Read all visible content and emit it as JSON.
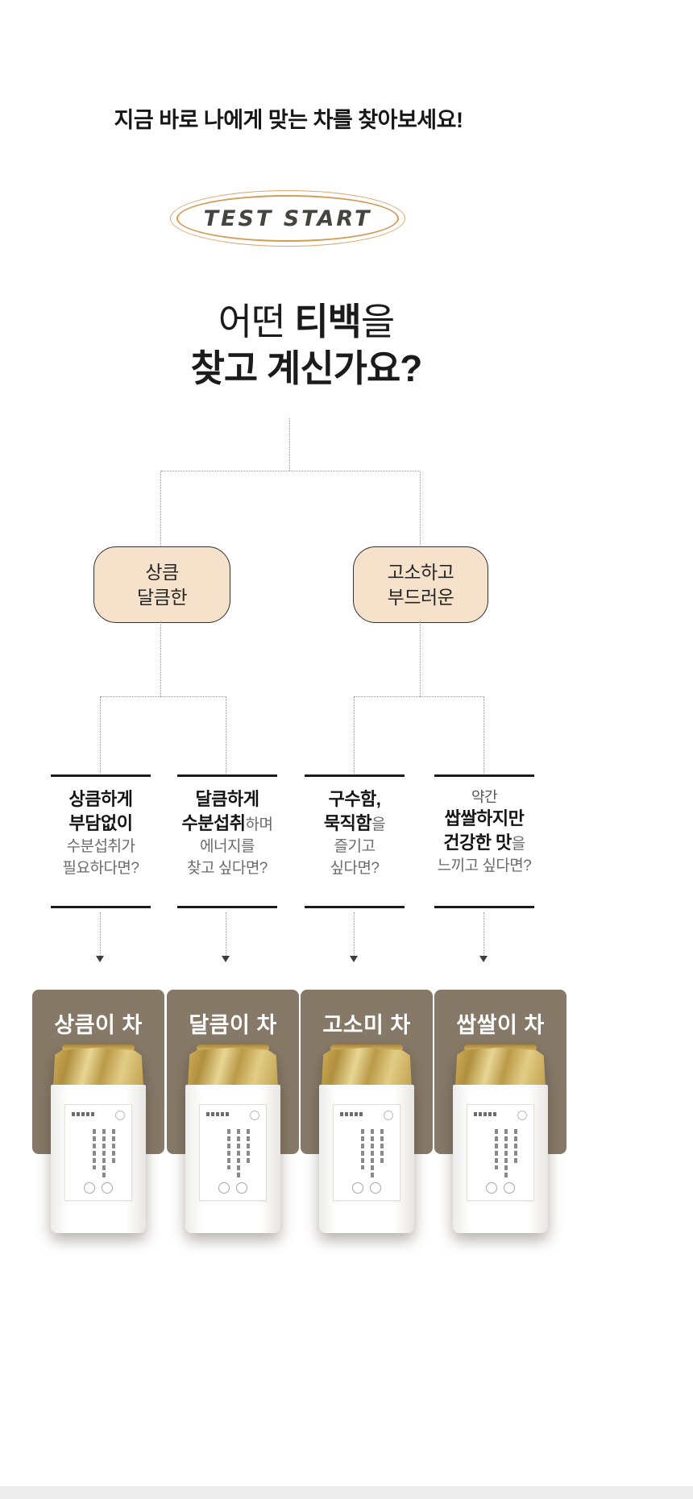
{
  "header": {
    "text": "지금 바로 나에게 맞는 차를 찾아보세요!"
  },
  "start": {
    "label": "TEST START"
  },
  "question": {
    "line1": {
      "pre": "어떤 ",
      "em": "티백",
      "post": "을"
    },
    "line2": "찾고 계신가요?"
  },
  "branches": [
    {
      "line1": "상큼",
      "line2": "달큼한"
    },
    {
      "line1": "고소하고",
      "line2": "부드러운"
    }
  ],
  "leaves": [
    {
      "lines": [
        {
          "parts": [
            {
              "text": "상큼하게",
              "style": "bold"
            }
          ]
        },
        {
          "parts": [
            {
              "text": "부담없이",
              "style": "bold"
            }
          ]
        },
        {
          "parts": [
            {
              "text": "수분섭취가",
              "style": "gray"
            }
          ]
        },
        {
          "parts": [
            {
              "text": "필요하다면?",
              "style": "gray"
            }
          ]
        }
      ]
    },
    {
      "lines": [
        {
          "parts": [
            {
              "text": "달큼하게",
              "style": "bold"
            }
          ]
        },
        {
          "parts": [
            {
              "text": "수분섭취",
              "style": "bold"
            },
            {
              "text": "하며",
              "style": "gray"
            }
          ]
        },
        {
          "parts": [
            {
              "text": "에너지를",
              "style": "gray"
            }
          ]
        },
        {
          "parts": [
            {
              "text": "찾고 싶다면?",
              "style": "gray"
            }
          ]
        }
      ]
    },
    {
      "lines": [
        {
          "parts": [
            {
              "text": "구수함,",
              "style": "bold"
            }
          ]
        },
        {
          "parts": [
            {
              "text": "묵직함",
              "style": "bold"
            },
            {
              "text": "을",
              "style": "gray"
            }
          ]
        },
        {
          "parts": [
            {
              "text": "즐기고",
              "style": "gray"
            }
          ]
        },
        {
          "parts": [
            {
              "text": "싶다면?",
              "style": "gray"
            }
          ]
        }
      ]
    },
    {
      "lines": [
        {
          "parts": [
            {
              "text": "약간",
              "style": "small"
            }
          ]
        },
        {
          "parts": [
            {
              "text": "쌉쌀하지만",
              "style": "bold"
            }
          ]
        },
        {
          "parts": [
            {
              "text": "건강한 맛",
              "style": "bold"
            },
            {
              "text": "을",
              "style": "gray"
            }
          ]
        },
        {
          "parts": [
            {
              "text": "느끼고 싶다면?",
              "style": "gray"
            }
          ]
        }
      ]
    }
  ],
  "products": [
    {
      "name": "상큼이 차"
    },
    {
      "name": "달큼이 차"
    },
    {
      "name": "고소미 차"
    },
    {
      "name": "쌉쌀이 차"
    }
  ],
  "colors": {
    "accent_gold": "#d49a55",
    "branch_bg": "#f6e2cb",
    "card_bg": "#877968",
    "line_dark": "#1a1a1a",
    "dotted_gray": "#999999"
  }
}
